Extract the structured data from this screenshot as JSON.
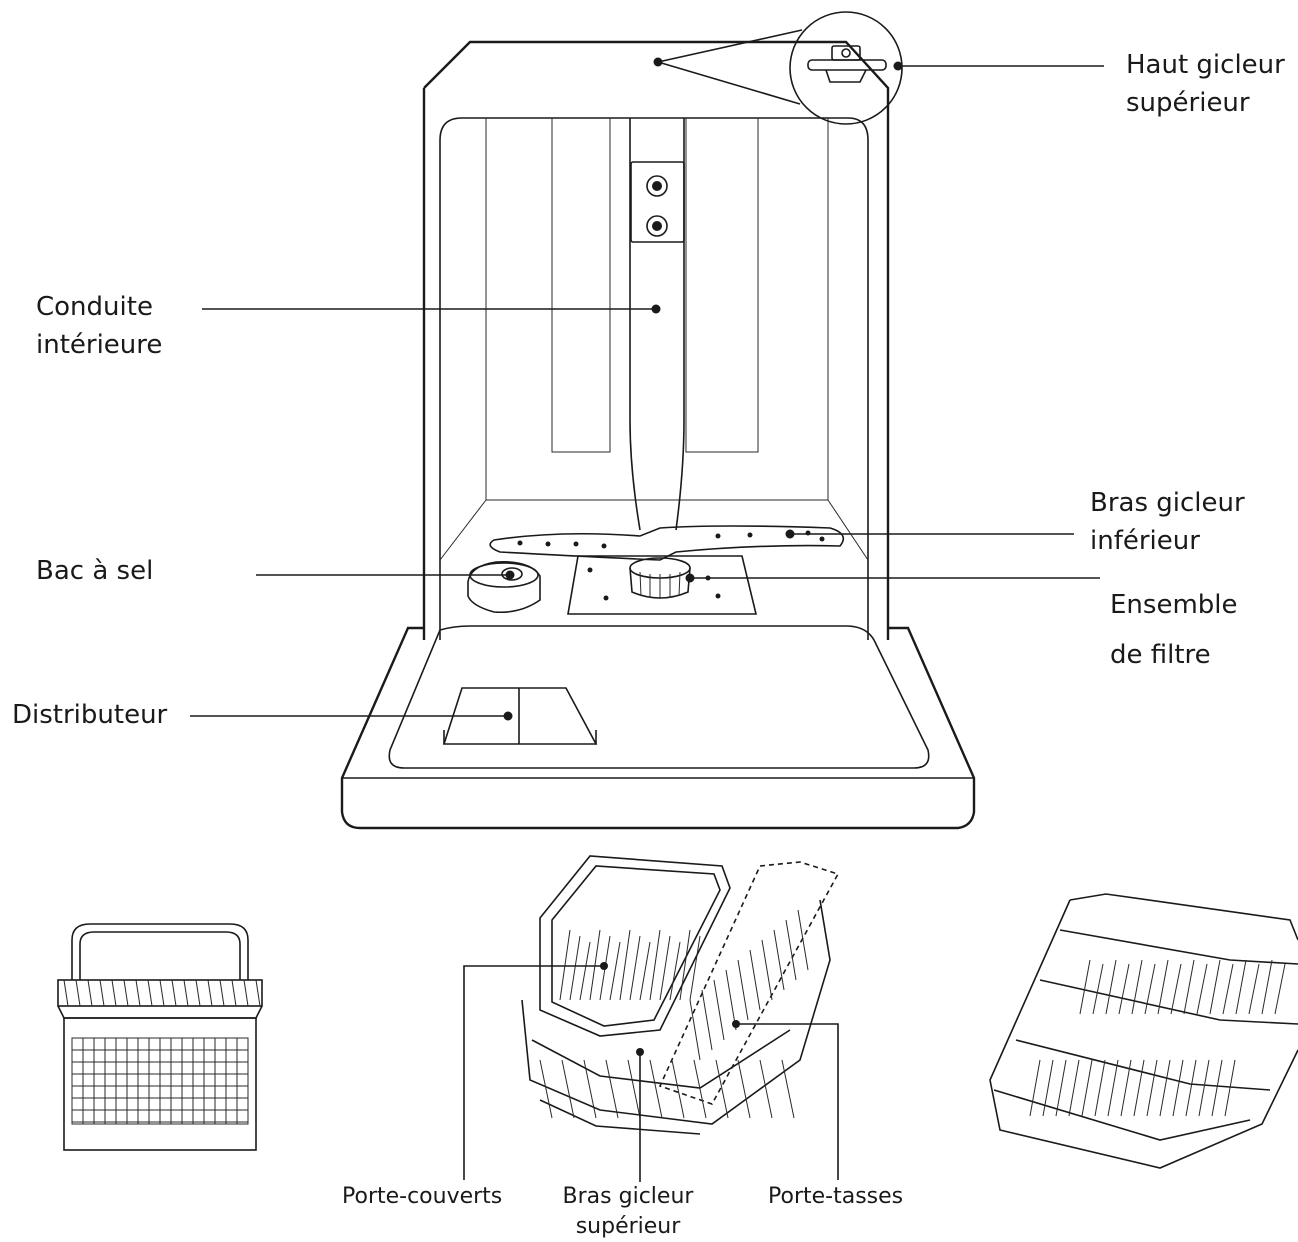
{
  "labels": {
    "top_spray_arm": [
      "Haut gicleur",
      "supérieur"
    ],
    "inner_pipe": [
      "Conduite",
      "intérieure"
    ],
    "lower_spray_arm": [
      "Bras gicleur",
      "inférieur"
    ],
    "salt_container": "Bac à sel",
    "filter_assembly": [
      "Ensemble",
      "de filtre"
    ],
    "dispenser": "Distributeur",
    "cutlery_rack": "Porte-couverts",
    "upper_spray_arm": [
      "Bras gicleur",
      "supérieur"
    ],
    "cup_shelf": "Porte-tasses"
  }
}
